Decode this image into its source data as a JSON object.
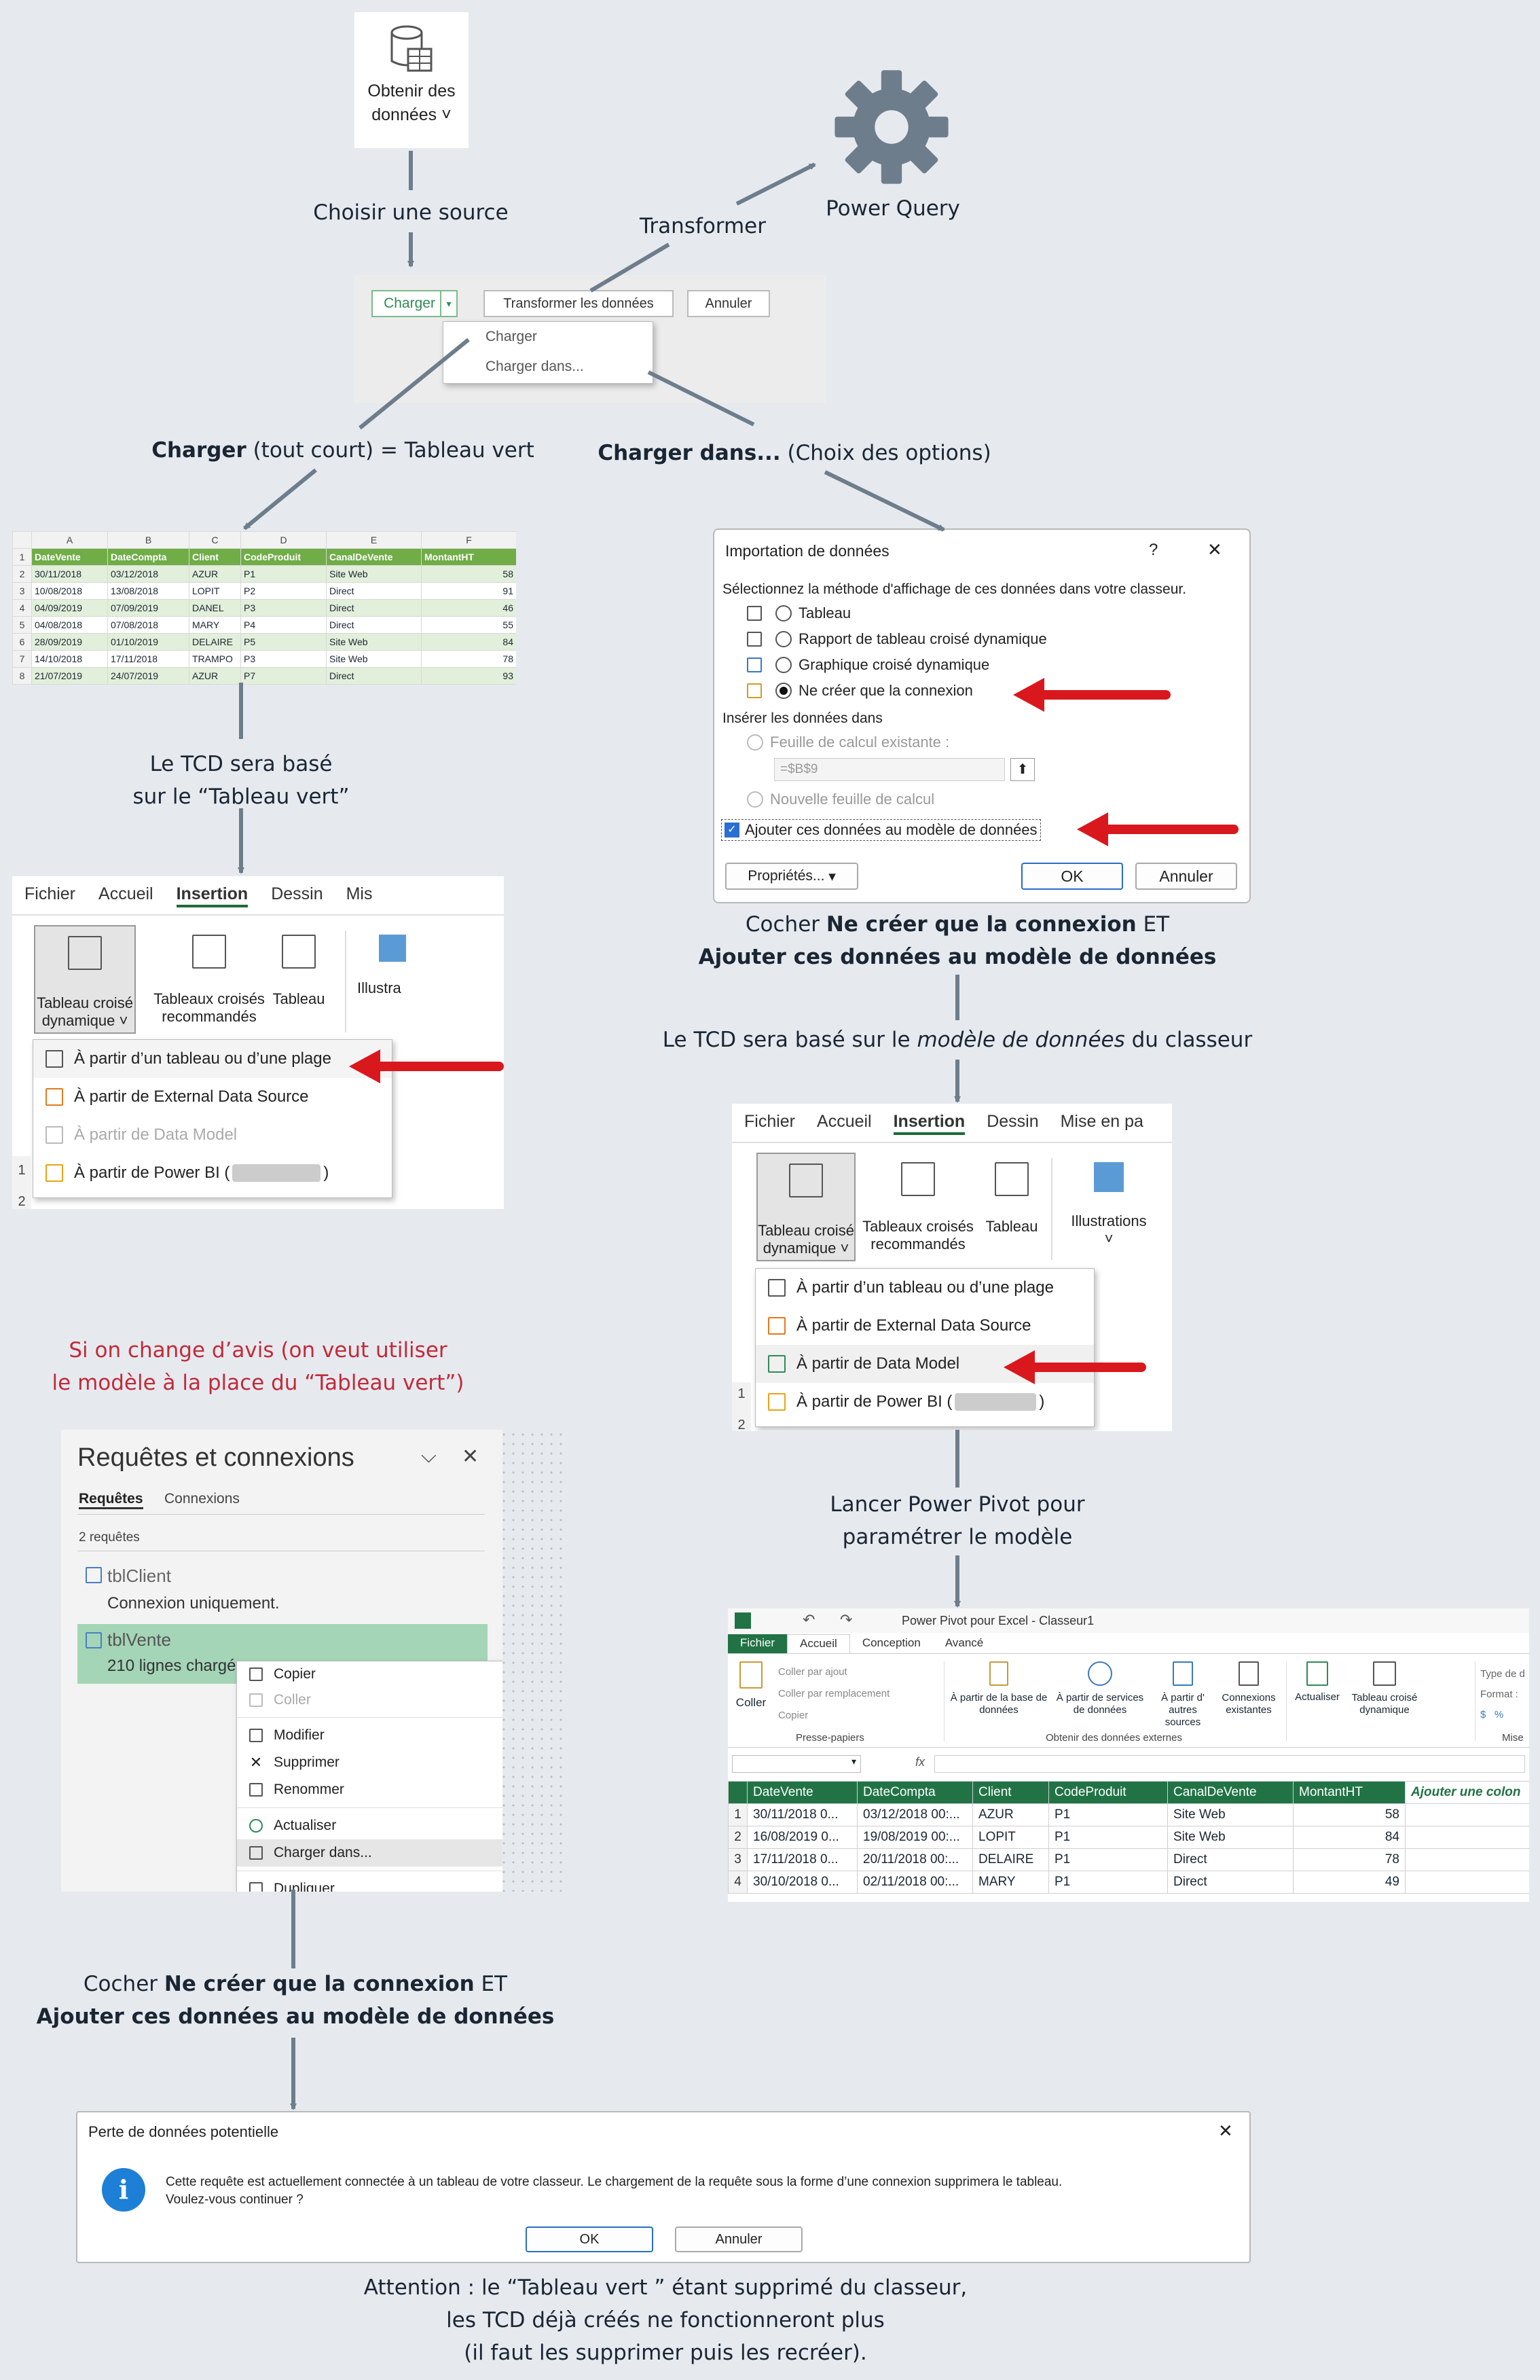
{
  "top": {
    "get_data_line1": "Obtenir des",
    "get_data_line2": "données",
    "choose_source": "Choisir une source",
    "transformer": "Transformer",
    "power_query": "Power Query"
  },
  "load_bar": {
    "charger": "Charger",
    "transformer": "Transformer les données",
    "annuler": "Annuler",
    "menu": [
      "Charger",
      "Charger dans..."
    ]
  },
  "labels": {
    "charger_bold": "Charger",
    "charger_rest": " (tout court) = Tableau vert",
    "charger_dans_bold": "Charger dans...",
    "charger_dans_rest": " (Choix des options)",
    "tcd_vert_1": "Le TCD sera basé",
    "tcd_vert_2": "sur le “Tableau vert”",
    "cocher_a_pre": "Cocher ",
    "cocher_a_b1": "Ne créer que la connexion",
    "cocher_a_mid": " ET",
    "cocher_a_b2": "Ajouter ces données au modèle de données",
    "tcd_model_pre": "Le TCD sera basé sur le ",
    "tcd_model_it": "modèle de données",
    "tcd_model_post": " du classeur",
    "change_1": "Si on change d’avis (on veut utiliser",
    "change_2": "le modèle à la place du “Tableau vert”)",
    "pp_1": "Lancer Power Pivot pour",
    "pp_2": "paramétrer le modèle",
    "cocher_b_pre": "Cocher ",
    "cocher_b_b1": "Ne créer que la connexion",
    "cocher_b_mid": " ET",
    "cocher_b_b2": "Ajouter ces données au modèle de données",
    "att_1": "Attention : le “Tableau vert ” étant supprimé du classeur,",
    "att_2": "les TCD déjà créés ne fonctionneront plus",
    "att_3": "(il faut les supprimer puis les recréer)."
  },
  "green_table": {
    "cols": [
      "A",
      "B",
      "C",
      "D",
      "E",
      "F"
    ],
    "header": [
      "DateVente",
      "DateCompta",
      "Client",
      "CodeProduit",
      "CanalDeVente",
      "MontantHT"
    ],
    "rows": [
      [
        "2",
        "30/11/2018",
        "03/12/2018",
        "AZUR",
        "P1",
        "Site Web",
        "58"
      ],
      [
        "3",
        "10/08/2018",
        "13/08/2018",
        "LOPIT",
        "P2",
        "Direct",
        "91"
      ],
      [
        "4",
        "04/09/2019",
        "07/09/2019",
        "DANEL",
        "P3",
        "Direct",
        "46"
      ],
      [
        "5",
        "04/08/2018",
        "07/08/2018",
        "MARY",
        "P4",
        "Direct",
        "55"
      ],
      [
        "6",
        "28/09/2019",
        "01/10/2019",
        "DELAIRE",
        "P5",
        "Site Web",
        "84"
      ],
      [
        "7",
        "14/10/2018",
        "17/11/2018",
        "TRAMPO",
        "P3",
        "Site Web",
        "78"
      ],
      [
        "8",
        "21/07/2019",
        "24/07/2019",
        "AZUR",
        "P7",
        "Direct",
        "93"
      ]
    ]
  },
  "import_dialog": {
    "title": "Importation de données",
    "help": "?",
    "close": "✕",
    "intro": "Sélectionnez la méthode d'affichage de ces données dans votre classeur.",
    "opt1": "Tableau",
    "opt2": "Rapport de tableau croisé dynamique",
    "opt3": "Graphique croisé dynamique",
    "opt4": "Ne créer que la connexion",
    "insert_label": "Insérer les données dans",
    "existing": "Feuille de calcul existante :",
    "cell_ref": "=$B$9",
    "new_sheet": "Nouvelle feuille de calcul",
    "add_model": "Ajouter ces données au modèle de données",
    "props": "Propriétés...",
    "ok": "OK",
    "cancel": "Annuler"
  },
  "ribbon": {
    "tabs_left": [
      "Fichier",
      "Accueil",
      "Insertion",
      "Dessin",
      "Mis"
    ],
    "tabs_right": [
      "Fichier",
      "Accueil",
      "Insertion",
      "Dessin",
      "Mise en pa"
    ],
    "btn_tcd_1": "Tableau croisé",
    "btn_tcd_2": "dynamique",
    "btn_rec_1": "Tableaux croisés",
    "btn_rec_2": "recommandés",
    "btn_table": "Tableau",
    "btn_illus": "Illustrations",
    "btn_illus_short": "Illustra",
    "menu": [
      "À partir d’un tableau ou d’une plage",
      "À partir de External Data Source",
      "À partir de Data Model",
      "À partir de Power BI ("
    ],
    "menu_close": ")"
  },
  "queries": {
    "title": "Requêtes et connexions",
    "tab1": "Requêtes",
    "tab2": "Connexions",
    "count": "2 requêtes",
    "q1": "tblClient",
    "q1_sub": "Connexion uniquement.",
    "q2": "tblVente",
    "q2_sub": "210 lignes chargé",
    "menu": [
      "Copier",
      "Coller",
      "Modifier",
      "Supprimer",
      "Renommer",
      "Actualiser",
      "Charger dans...",
      "Dupliquer"
    ]
  },
  "powerpivot": {
    "title": "Power Pivot pour Excel - Classeur1",
    "tabs": [
      "Fichier",
      "Accueil",
      "Conception",
      "Avancé"
    ],
    "coller": "Coller",
    "paste_opts": [
      "Coller par ajout",
      "Coller par remplacement",
      "Copier"
    ],
    "group1": "Presse-papiers",
    "b1": "À partir de la base de données",
    "b2": "À partir de services de données",
    "b3": "À partir d' autres sources",
    "b4": "Connexions existantes",
    "b5": "Actualiser",
    "b6": "Tableau croisé dynamique",
    "group2": "Obtenir des données externes",
    "type": "Type de d",
    "format": "Format :",
    "misc": "Mise",
    "fx": "fx",
    "header": [
      "DateVente",
      "DateCompta",
      "Client",
      "CodeProduit",
      "CanalDeVente",
      "MontantHT",
      "Ajouter une colon"
    ],
    "rows": [
      [
        "1",
        "30/11/2018 0...",
        "03/12/2018 00:...",
        "AZUR",
        "P1",
        "Site Web",
        "58"
      ],
      [
        "2",
        "16/08/2019 0...",
        "19/08/2019 00:...",
        "LOPIT",
        "P1",
        "Site Web",
        "84"
      ],
      [
        "3",
        "17/11/2018 0...",
        "20/11/2018 00:...",
        "DELAIRE",
        "P1",
        "Direct",
        "78"
      ],
      [
        "4",
        "30/10/2018 0...",
        "02/11/2018 00:...",
        "MARY",
        "P1",
        "Direct",
        "49"
      ]
    ]
  },
  "loss_dialog": {
    "title": "Perte de données potentielle",
    "close": "✕",
    "message_1": "Cette requête est actuellement connectée à un tableau de votre classeur. Le chargement de la requête sous la forme d’une connexion supprimera le tableau.",
    "message_2": "Voulez-vous continuer ?",
    "ok": "OK",
    "cancel": "Annuler"
  },
  "colors": {
    "background": "#e6eaef",
    "accent_red": "#d9181e",
    "excel_green": "#217346",
    "note_red": "#c22a3a"
  }
}
